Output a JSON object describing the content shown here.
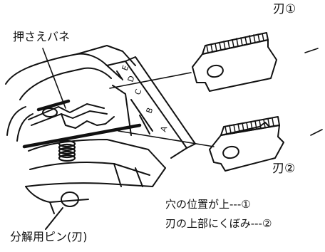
{
  "labels": {
    "blade1": "刃①",
    "blade2": "刃②",
    "spring": "押さえバネ",
    "pin": "分解用ピン(刃)",
    "note_hole_top": "穴の位置が上---①",
    "note_notch_top": "刃の上部にくぼみ---②"
  },
  "scale_marks": [
    "A",
    "B",
    "C",
    "D",
    "E"
  ]
}
